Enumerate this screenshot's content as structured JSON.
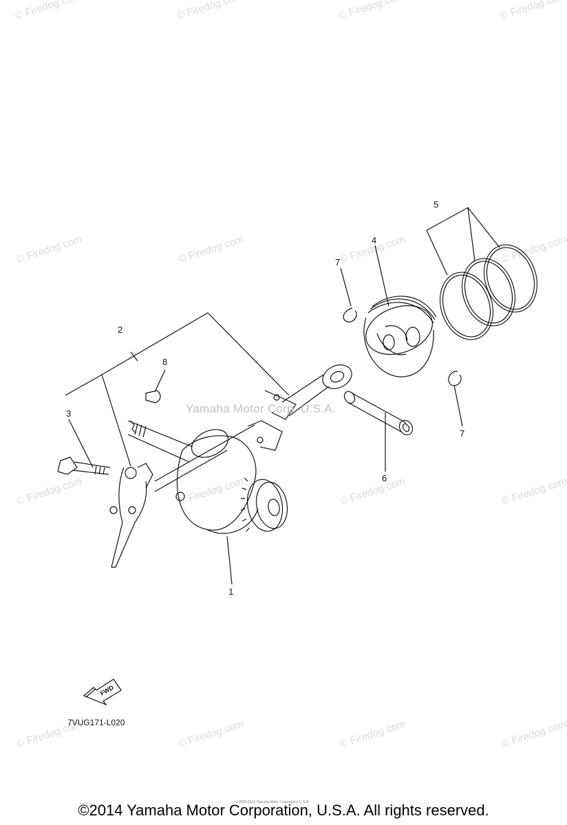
{
  "watermark": {
    "brand": "© Firedog.com",
    "center": "Yamaha Motor Corp, U.S.A."
  },
  "callouts": [
    "1",
    "2",
    "3",
    "4",
    "5",
    "6",
    "7",
    "7",
    "8"
  ],
  "fwd_label": "FWD",
  "diagram_code": "7VUG171-L020",
  "tiny_copyright": "(c) 2005-2016 Yamaha Motor Corporation, U.S.A.",
  "footer_copyright": "©2014 Yamaha Motor Corporation, U.S.A. All rights reserved."
}
